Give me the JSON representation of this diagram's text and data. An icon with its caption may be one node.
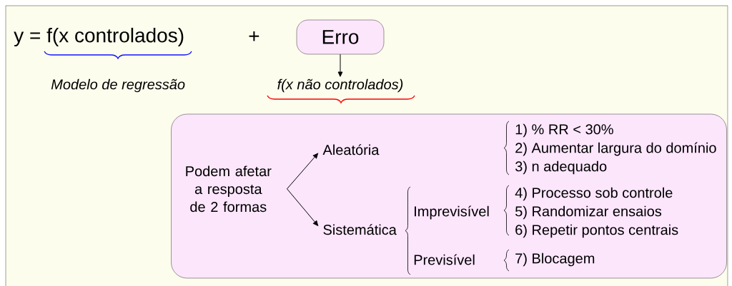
{
  "diagram": {
    "nodes": [
      {
        "text": [
          "Erro"
        ]
      },
      {
        "text": [
          "f(x não controlados)"
        ]
      },
      {
        "text": [],
        "shape": "box"
      },
      {
        "text": [
          "Podem afetar a resposta de 2 formas"
        ],
        "in": 2
      },
      {
        "text": [
          "Aleatória"
        ],
        "in": 2
      },
      {
        "text": [
          "Sistemática"
        ],
        "in": 2
      }
    ],
    "edges": [
      {
        "from": 0,
        "to": 1,
        "arrow": "to"
      },
      {
        "from": 3,
        "to": 4,
        "arrow": "to"
      },
      {
        "from": 3,
        "to": 5,
        "arrow": "to"
      }
    ],
    "labels": [
      "y = f(x controlados)",
      "+",
      "Modelo de regressão",
      "1) % RR < 30%",
      "2) Aumentar largura do domínio",
      "3) n adequado",
      "Imprevisível",
      "4) Processo sob controle",
      "5) Randomizar ensaios",
      "6) Repetir pontos centrais",
      "Previsível",
      "7) Blocagem"
    ]
  }
}
